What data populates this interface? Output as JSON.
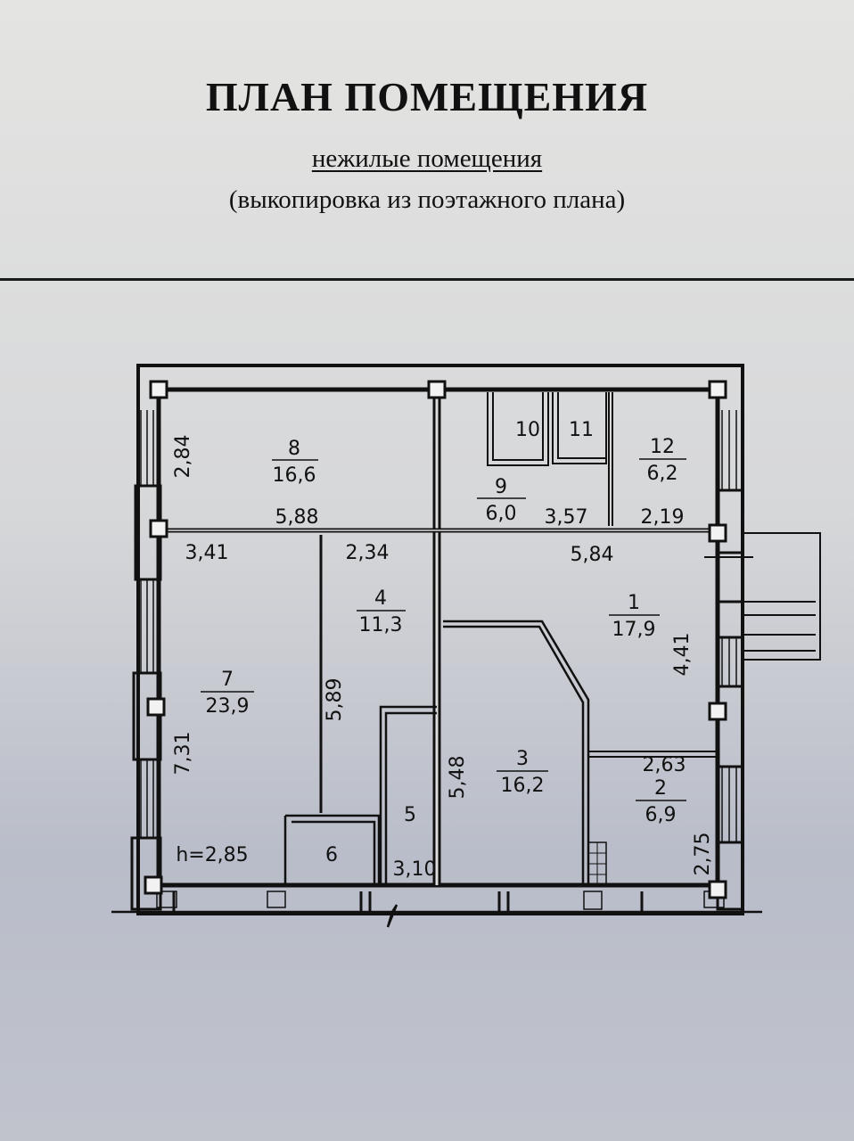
{
  "header": {
    "title": "ПЛАН ПОМЕЩЕНИЯ",
    "subtitle": "нежилые помещения",
    "note": "(выкопировка из поэтажного плана)"
  },
  "plan": {
    "height_label": "h=2,85",
    "rooms": [
      {
        "number": "1",
        "area": "17,9"
      },
      {
        "number": "2",
        "area": "6,9"
      },
      {
        "number": "3",
        "area": "16,2"
      },
      {
        "number": "4",
        "area": "11,3"
      },
      {
        "number": "5"
      },
      {
        "number": "6"
      },
      {
        "number": "7",
        "area": "23,9"
      },
      {
        "number": "8",
        "area": "16,6"
      },
      {
        "number": "9",
        "area": "6,0"
      },
      {
        "number": "10"
      },
      {
        "number": "11"
      },
      {
        "number": "12",
        "area": "6,2"
      }
    ],
    "dimensions": {
      "d284": "2,84",
      "d588": "5,88",
      "d341": "3,41",
      "d234": "2,34",
      "d357": "3,57",
      "d219": "2,19",
      "d584": "5,84",
      "d441": "4,41",
      "d589": "5,89",
      "d731": "7,31",
      "d548": "5,48",
      "d263": "2,63",
      "d275": "2,75",
      "d310": "3,10"
    }
  }
}
